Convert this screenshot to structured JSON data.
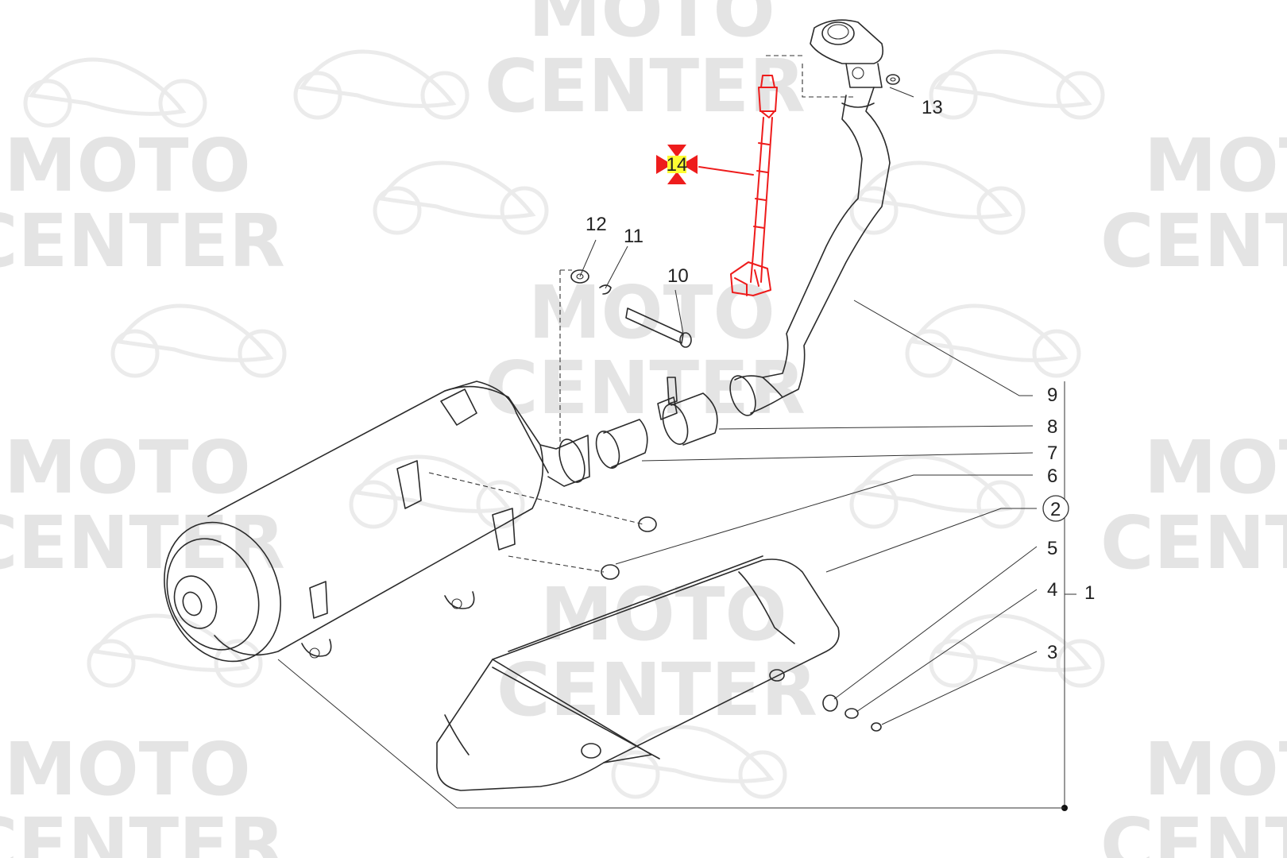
{
  "watermark": {
    "line1": "MOTO",
    "line2": "CENTER"
  },
  "callouts": {
    "c1": "1",
    "c2": "2",
    "c3": "3",
    "c4": "4",
    "c5": "5",
    "c6": "6",
    "c7": "7",
    "c8": "8",
    "c9": "9",
    "c10": "10",
    "c11": "11",
    "c12": "12",
    "c13": "13",
    "c14": "14"
  },
  "highlighted_part": "14",
  "colors": {
    "highlight_red": "#ee1c1c",
    "highlight_yellow": "#ffff33",
    "line": "#2b2b2b",
    "watermark": "#e4e4e4"
  }
}
